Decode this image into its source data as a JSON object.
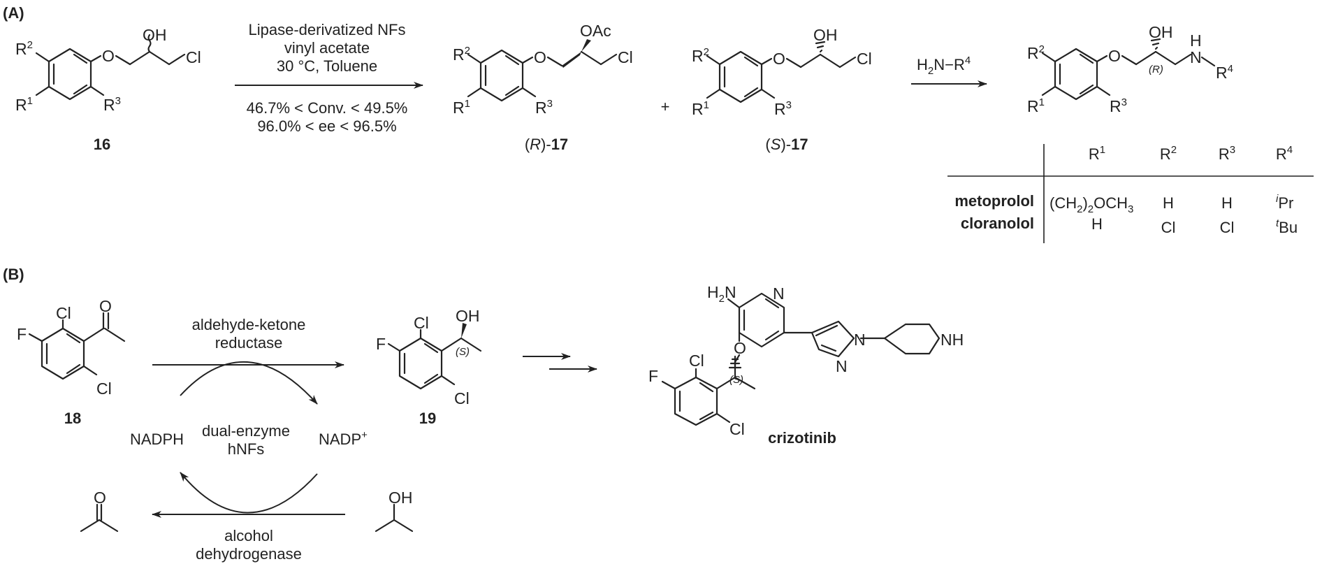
{
  "panel_a": {
    "label": "(A)",
    "compound_16": {
      "id": "16",
      "r1": "R",
      "r1_sup": "1",
      "r2": "R",
      "r2_sup": "2",
      "r3": "R",
      "r3_sup": "3",
      "o": "O",
      "oh": "OH",
      "cl": "Cl"
    },
    "step1": {
      "line1": "Lipase-derivatized NFs",
      "line2": "vinyl acetate",
      "line3": "30 °C, Toluene",
      "line4": "46.7% < Conv. < 49.5%",
      "line5": "96.0% < ee < 96.5%"
    },
    "compound_r17": {
      "stereo": "R",
      "id": "17",
      "oac": "OAc",
      "o": "O",
      "cl": "Cl"
    },
    "plus": "+",
    "compound_s17": {
      "stereo": "S",
      "id": "17",
      "oh": "OH",
      "o": "O",
      "cl": "Cl"
    },
    "step2": {
      "reagent_h": "H",
      "reagent_sub": "2",
      "reagent_n": "N",
      "reagent_dash": "−",
      "reagent_r": "R",
      "reagent_sup": "4"
    },
    "product": {
      "oh": "OH",
      "o": "O",
      "stereo": "(R)",
      "n": "N",
      "h": "H",
      "r4": "R",
      "r4_sup": "4"
    },
    "table": {
      "headers": [
        {
          "base": "R",
          "sup": "1"
        },
        {
          "base": "R",
          "sup": "2"
        },
        {
          "base": "R",
          "sup": "3"
        },
        {
          "base": "R",
          "sup": "4"
        }
      ],
      "metoprolol": {
        "name": "metoprolol",
        "r1_a": "(CH",
        "r1_sub": "2",
        "r1_b": ")",
        "r1_sub2": "2",
        "r1_c": "OCH",
        "r1_sub3": "3",
        "r2": "H",
        "r3": "H",
        "r4_sup": "i",
        "r4": "Pr"
      },
      "cloranolol": {
        "name": "cloranolol",
        "r1": "H",
        "r2": "Cl",
        "r3": "Cl",
        "r4_sup": "t",
        "r4": "Bu"
      }
    }
  },
  "panel_b": {
    "label": "(B)",
    "compound_18": {
      "id": "18",
      "f": "F",
      "cl_top": "Cl",
      "cl_bottom": "Cl",
      "o": "O"
    },
    "enzyme_top_line1": "aldehyde-ketone",
    "enzyme_top_line2": "reductase",
    "compound_19": {
      "id": "19",
      "f": "F",
      "cl_top": "Cl",
      "cl_bottom": "Cl",
      "oh": "OH",
      "stereo": "(S)"
    },
    "nadph": "NADPH",
    "nadp": "NADP",
    "nadp_sup": "+",
    "center_line1": "dual-enzyme",
    "center_line2": "hNFs",
    "acetone_o": "O",
    "isopropanol_oh": "OH",
    "enzyme_bottom_line1": "alcohol",
    "enzyme_bottom_line2": "dehydrogenase",
    "crizotinib": {
      "name": "crizotinib",
      "h": "H",
      "sub": "2",
      "n_amine": "N",
      "n_pyridine": "N",
      "o": "O",
      "cl_top": "Cl",
      "f": "F",
      "cl_bottom": "Cl",
      "stereo": "(S)",
      "n_pyrazole1": "N",
      "n_pyrazole2": "N",
      "nh": "NH"
    }
  }
}
